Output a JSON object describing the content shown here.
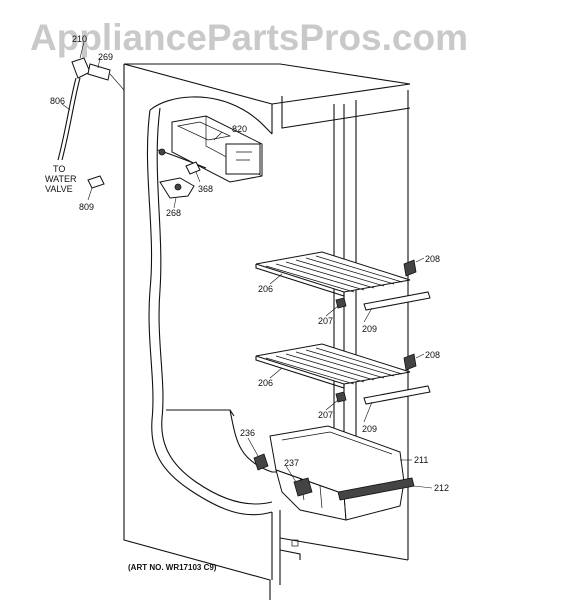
{
  "watermark": "AppliancePartsPros.com",
  "callouts": {
    "c210": "210",
    "c269": "269",
    "c806": "806",
    "to_water_valve_1": "TO",
    "to_water_valve_2": "WATER",
    "to_water_valve_3": "VALVE",
    "c809": "809",
    "c820": "820",
    "c368": "368",
    "c268": "268",
    "c208a": "208",
    "c206a": "206",
    "c207a": "207",
    "c209a": "209",
    "c208b": "208",
    "c206b": "206",
    "c207b": "207",
    "c209b": "209",
    "c236": "236",
    "c237": "237",
    "c211": "211",
    "c212": "212"
  },
  "art_number": "(ART NO. WR17103 C9)"
}
